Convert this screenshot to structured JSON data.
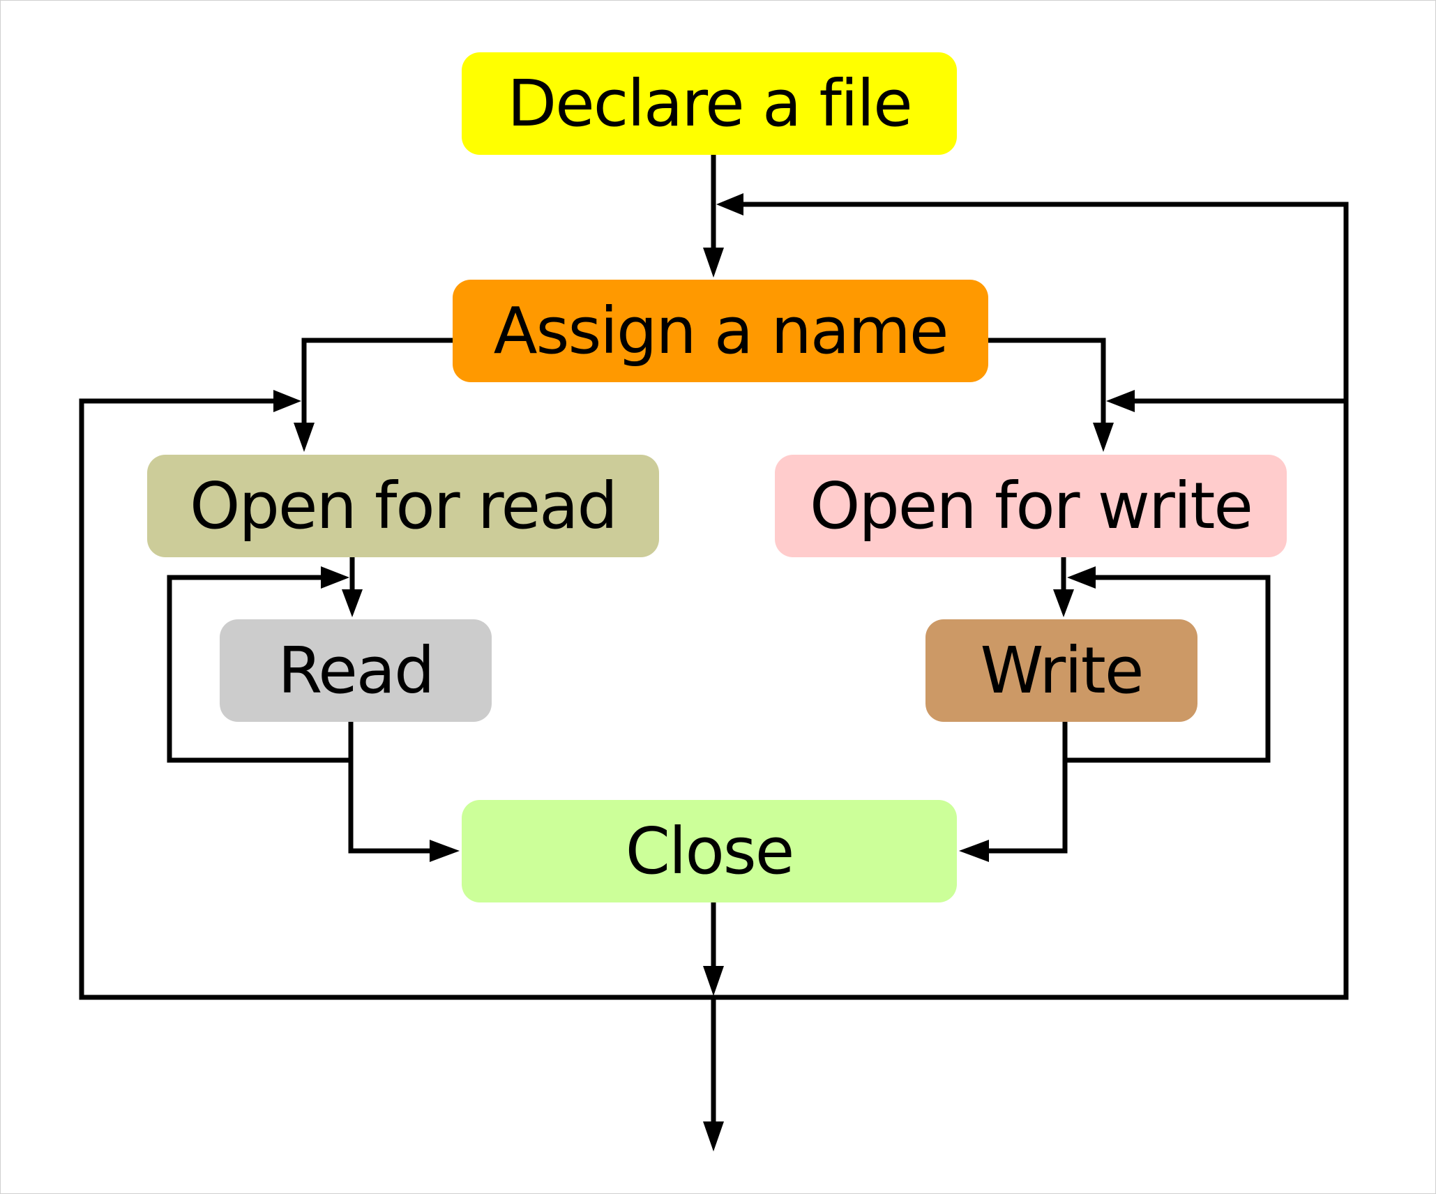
{
  "nodes": {
    "declare": {
      "label": "Declare a file",
      "color": "#ffff00"
    },
    "assign": {
      "label": "Assign a name",
      "color": "#ff9900"
    },
    "open_read": {
      "label": "Open for read",
      "color": "#cccc99"
    },
    "open_write": {
      "label": "Open for write",
      "color": "#ffcccc"
    },
    "read": {
      "label": "Read",
      "color": "#cccccc"
    },
    "write": {
      "label": "Write",
      "color": "#cc9966"
    },
    "close": {
      "label": "Close",
      "color": "#ccff99"
    }
  },
  "edges": [
    {
      "from": "declare",
      "to": "assign"
    },
    {
      "from": "assign",
      "to": "open_read"
    },
    {
      "from": "assign",
      "to": "open_write"
    },
    {
      "from": "open_read",
      "to": "read"
    },
    {
      "from": "read",
      "to": "read",
      "kind": "loop"
    },
    {
      "from": "read",
      "to": "close"
    },
    {
      "from": "open_write",
      "to": "write"
    },
    {
      "from": "write",
      "to": "write",
      "kind": "loop"
    },
    {
      "from": "write",
      "to": "close"
    },
    {
      "from": "close",
      "to": "open_read",
      "kind": "loop-back"
    },
    {
      "from": "close",
      "to": "open_write",
      "kind": "loop-back"
    },
    {
      "from": "close",
      "to": "assign",
      "kind": "loop-back"
    },
    {
      "from": "close",
      "to": "exit"
    }
  ],
  "line_color": "#000000"
}
